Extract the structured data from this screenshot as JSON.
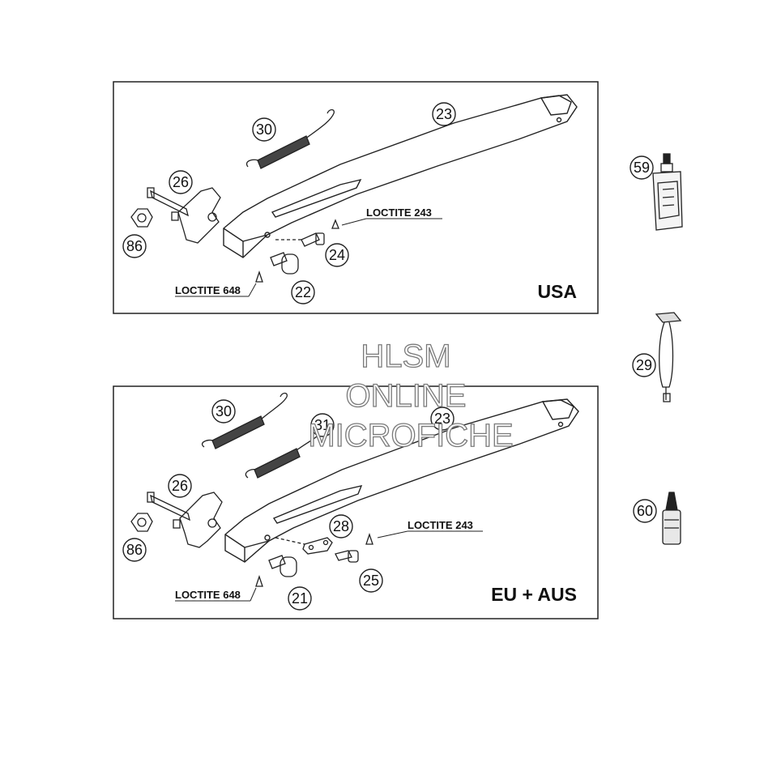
{
  "panels": {
    "usa": {
      "label": "USA",
      "loctite_top": "LOCTITE 243",
      "loctite_bottom": "LOCTITE 648",
      "callouts": {
        "spring": "30",
        "stand": "23",
        "pivot": "26",
        "nut": "86",
        "bolt_small": "24",
        "bolt_large": "22"
      }
    },
    "eu": {
      "label": "EU + AUS",
      "loctite_top": "LOCTITE 243",
      "loctite_bottom": "LOCTITE 648",
      "callouts": {
        "spring_a": "30",
        "spring_b": "31",
        "stand": "23",
        "pivot": "26",
        "nut": "86",
        "plate": "28",
        "bolt_small": "25",
        "bolt_large": "21"
      }
    }
  },
  "side_items": {
    "grease_bottle": "59",
    "tool": "29",
    "loctite_bottle": "60"
  },
  "watermark": {
    "line1": "HLSM",
    "line2": "ONLINE",
    "line3": "MICROFICHE"
  }
}
